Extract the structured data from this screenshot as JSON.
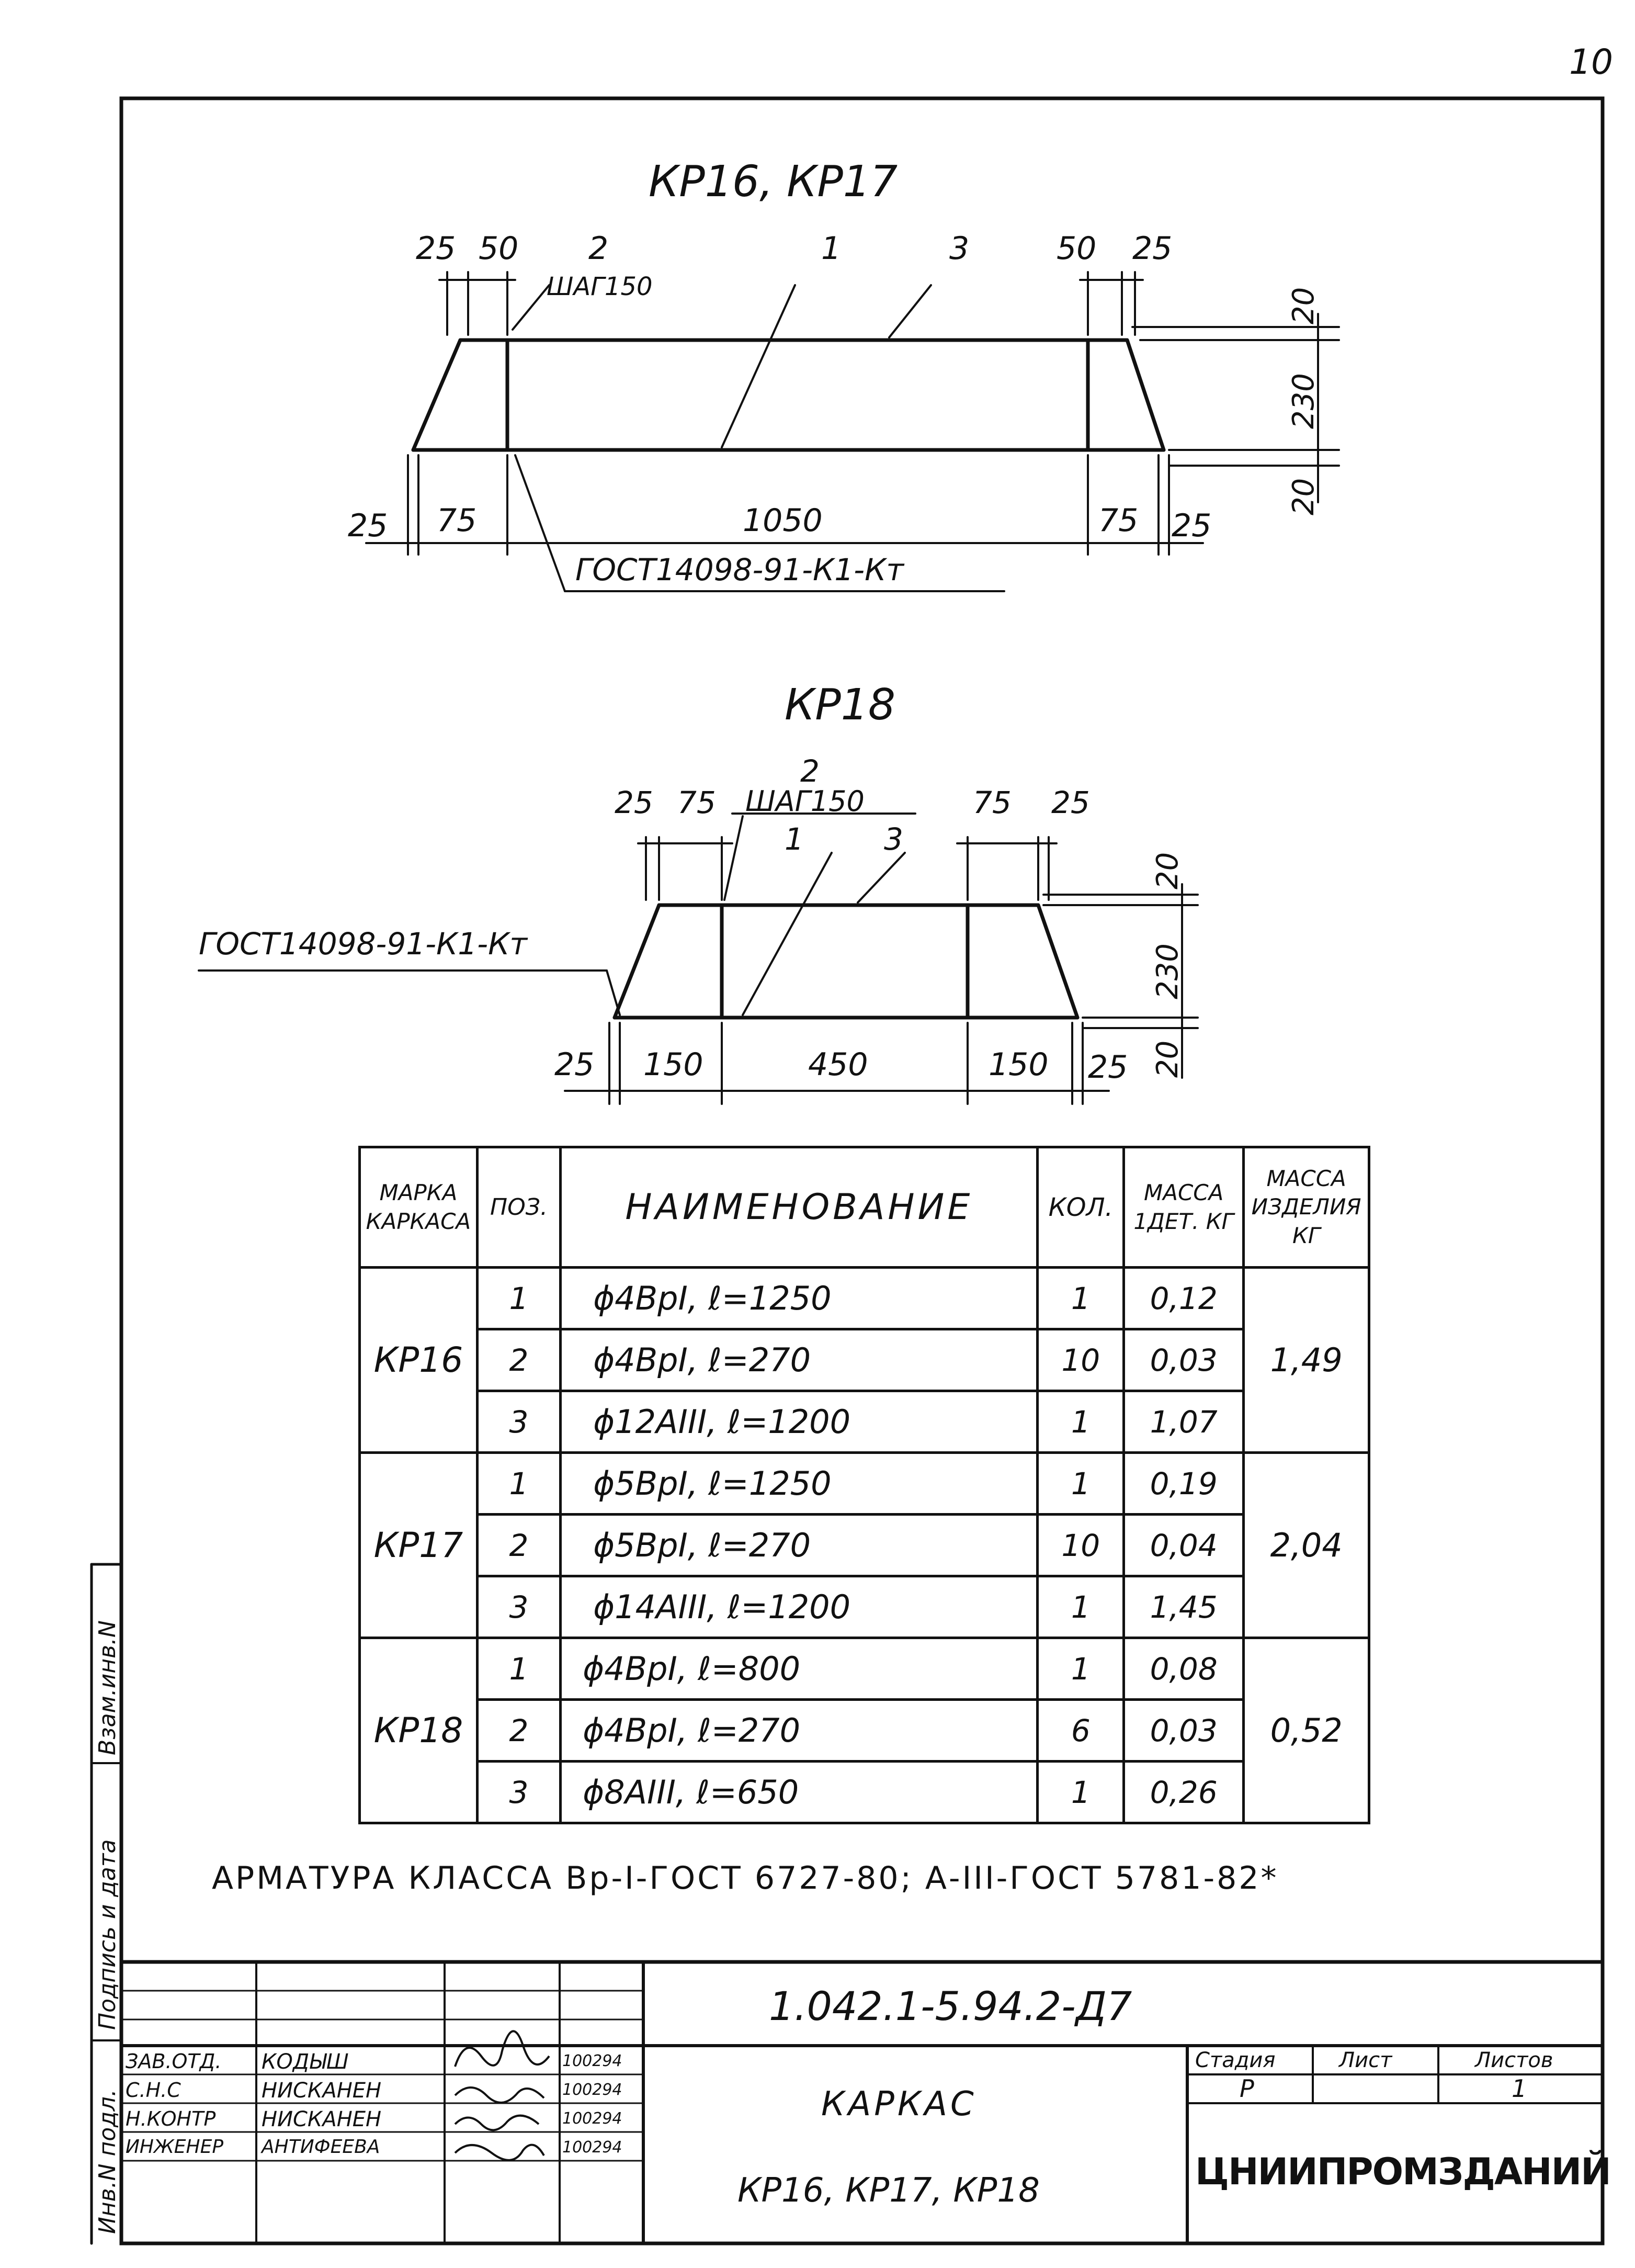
{
  "page_number": "10",
  "drawing1": {
    "title": "КР16, КР17",
    "dims_top": [
      "25",
      "50",
      "2",
      "1",
      "3",
      "50",
      "25"
    ],
    "step_label": "ШАГ150",
    "dims_right": [
      "20",
      "230",
      "20"
    ],
    "dims_bottom": [
      "25",
      "75",
      "1050",
      "75",
      "25"
    ],
    "gost_label": "ГОСТ14098-91-К1-Кт"
  },
  "drawing2": {
    "title": "КР18",
    "pos2_label": "2",
    "step_label": "ШАГ150",
    "dims_top": [
      "25",
      "75",
      "1",
      "3",
      "75",
      "25"
    ],
    "dims_right": [
      "20",
      "230",
      "20"
    ],
    "dims_bottom": [
      "25",
      "150",
      "450",
      "150",
      "25"
    ],
    "gost_label": "ГОСТ14098-91-К1-Кт"
  },
  "spec_table": {
    "headers": {
      "mark": "МАРКА КАРКАСА",
      "pos": "ПОЗ.",
      "name": "НАИМЕНОВАНИЕ",
      "qty": "КОЛ.",
      "mass_unit": "МАССА 1ДЕТ. КГ",
      "mass_total": "МАССА ИЗДЕЛИЯ КГ"
    },
    "groups": [
      {
        "mark": "КР16",
        "total": "1,49",
        "rows": [
          {
            "pos": "1",
            "name": "ϕ4ВрI, ℓ=1250",
            "qty": "1",
            "mass": "0,12"
          },
          {
            "pos": "2",
            "name": "ϕ4ВрI, ℓ=270",
            "qty": "10",
            "mass": "0,03"
          },
          {
            "pos": "3",
            "name": "ϕ12АIII, ℓ=1200",
            "qty": "1",
            "mass": "1,07"
          }
        ]
      },
      {
        "mark": "КР17",
        "total": "2,04",
        "rows": [
          {
            "pos": "1",
            "name": "ϕ5ВрI, ℓ=1250",
            "qty": "1",
            "mass": "0,19"
          },
          {
            "pos": "2",
            "name": "ϕ5ВрI, ℓ=270",
            "qty": "10",
            "mass": "0,04"
          },
          {
            "pos": "3",
            "name": "ϕ14АIII, ℓ=1200",
            "qty": "1",
            "mass": "1,45"
          }
        ]
      },
      {
        "mark": "КР18",
        "total": "0,52",
        "rows": [
          {
            "pos": "1",
            "name": "ϕ4ВрI, ℓ=800",
            "qty": "1",
            "mass": "0,08"
          },
          {
            "pos": "2",
            "name": "ϕ4ВрI, ℓ=270",
            "qty": "6",
            "mass": "0,03"
          },
          {
            "pos": "3",
            "name": "ϕ8АIII, ℓ=650",
            "qty": "1",
            "mass": "0,26"
          }
        ]
      }
    ]
  },
  "note": "АРМАТУРА КЛАССА Вр-I-ГОСТ 6727-80; А-III-ГОСТ 5781-82*",
  "side_labels": [
    "Инв.N подл.",
    "Подпись и дата",
    "Взам.инв.N"
  ],
  "title_block": {
    "doc_code": "1.042.1-5.94.2-Д7",
    "title_line1": "КАРКАС",
    "title_line2": "КР16, КР17, КР18",
    "stage_header": "Стадия",
    "sheet_header": "Лист",
    "sheets_header": "Листов",
    "stage": "Р",
    "sheets": "1",
    "org": "ЦНИИПРОМЗДАНИЙ",
    "signatures": [
      {
        "role": "ЗАВ.ОТД.",
        "name": "КОДЫШ",
        "date": "100294"
      },
      {
        "role": "С.Н.С",
        "name": "НИСКАНЕН",
        "date": "100294"
      },
      {
        "role": "Н.КОНТР",
        "name": "НИСКАНЕН",
        "date": "100294"
      },
      {
        "role": "ИНЖЕНЕР",
        "name": "АНТИФЕЕВА",
        "date": "100294"
      }
    ]
  }
}
